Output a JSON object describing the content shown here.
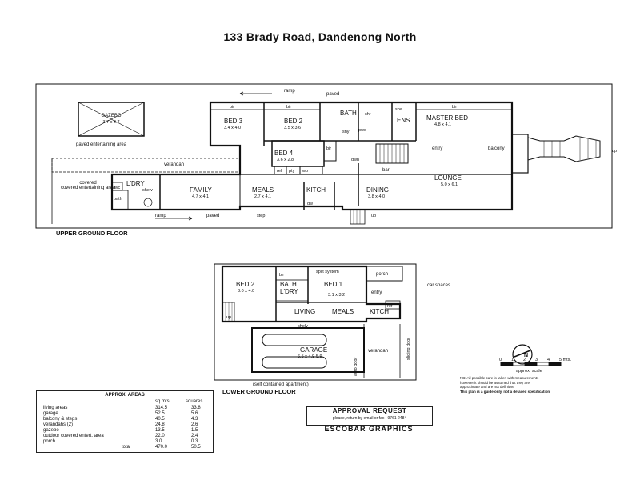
{
  "title": "133 Brady Road, Dandenong North",
  "upper": {
    "ramp_top": "ramp",
    "paved_top": "paved",
    "gazebo": {
      "name": "GAZEBO",
      "dims": "3.7 x 3.7"
    },
    "paved_entertaining": "paved entertaining area",
    "verandah": "verandah",
    "covered": "covered entertaining area",
    "bed3": {
      "name": "BED 3",
      "dims": "3.4 x 4.0"
    },
    "bed2": {
      "name": "BED 2",
      "dims": "3.5 x 3.6"
    },
    "bed4": {
      "name": "BED 4",
      "dims": "3.6 x 2.8"
    },
    "bath": "BATH",
    "shr": "shr",
    "pwd": "pwd",
    "shy": "shy",
    "spa": "spa",
    "ens": "ENS",
    "master": {
      "name": "MASTER BED",
      "dims": "4.8 x 4.1"
    },
    "entry": "entry",
    "balcony": "balcony",
    "up_right": "up",
    "bir_bed3": "bir",
    "bir_bed2": "bir",
    "bir_master": "bir",
    "bir_hall": "bir",
    "ldry": "L'DRY",
    "shelv": "shelv",
    "wc": "w/c",
    "bath_small": "bath",
    "family": {
      "name": "FAMILY",
      "dims": "4.7 x 4.1"
    },
    "meals": {
      "name": "MEALS",
      "dims": "2.7 x 4.1"
    },
    "kitch": "KITCH",
    "dw": "dw",
    "dining": {
      "name": "DINING",
      "dims": "3.8 x 4.0"
    },
    "lounge": {
      "name": "LOUNGE",
      "dims": "5.0 x 6.1"
    },
    "ref": "ref",
    "pty": "pty",
    "wo": "wo",
    "dwn": "dwn",
    "bar": "bar",
    "ramp_bottom": "ramp",
    "paved_bottom": "paved",
    "step": "step",
    "up_bottom": "up",
    "floor": "UPPER GROUND FLOOR"
  },
  "lower": {
    "bed2": {
      "name": "BED 2",
      "dims": "3.0 x 4.0"
    },
    "bir": "bir",
    "split": "split system",
    "bath": "BATH",
    "ldry": "L'DRY",
    "bed1": {
      "name": "BED 1",
      "dims": "3.1 x 3.2"
    },
    "porch": "porch",
    "entry": "entry",
    "ref": "ref",
    "kitch": "KITCH",
    "living": "LIVING",
    "meals": "MEALS",
    "up": "up",
    "shelv": "shelv",
    "garage": {
      "name": "GARAGE",
      "dims": "6.5 x 4.9-5.9"
    },
    "auto_door": "auto door",
    "verandah": "verandah",
    "sliding": "sliding door",
    "car_spaces": "car spaces",
    "note": "(self contained apartment)",
    "floor": "LOWER GROUND FLOOR"
  },
  "areas": {
    "title": "APPROX. AREAS",
    "col1": "sq.mts",
    "col2": "squares",
    "rows": [
      {
        "label": "living areas",
        "sqm": "314.5",
        "sq": "33.8"
      },
      {
        "label": "garage",
        "sqm": "52.5",
        "sq": "5.6"
      },
      {
        "label": "balcony & steps",
        "sqm": "40.5",
        "sq": "4.3"
      },
      {
        "label": "verandahs (2)",
        "sqm": "24.8",
        "sq": "2.6"
      },
      {
        "label": "gazebo",
        "sqm": "13.5",
        "sq": "1.5"
      },
      {
        "label": "outdoor covered entert. area",
        "sqm": "22.0",
        "sq": "2.4"
      },
      {
        "label": "porch",
        "sqm": "3.0",
        "sq": "0.3"
      },
      {
        "label": "total",
        "sqm": "470.0",
        "sq": "50.5"
      }
    ]
  },
  "approval": {
    "title": "APPROVAL REQUEST",
    "sub": "please, return by email or fax : 9761 2484"
  },
  "brand": "ESCOBAR GRAPHICS",
  "scale": {
    "nums": [
      "0",
      "1",
      "2",
      "3",
      "4",
      "5 mts."
    ],
    "label": "approx. scale"
  },
  "compass": "N",
  "notes": [
    "NB: All possible care is taken with measurements",
    "however it should be assumed that they are",
    "approximate and are not definitive",
    "This plan is a guide only, not a detailed specification"
  ]
}
